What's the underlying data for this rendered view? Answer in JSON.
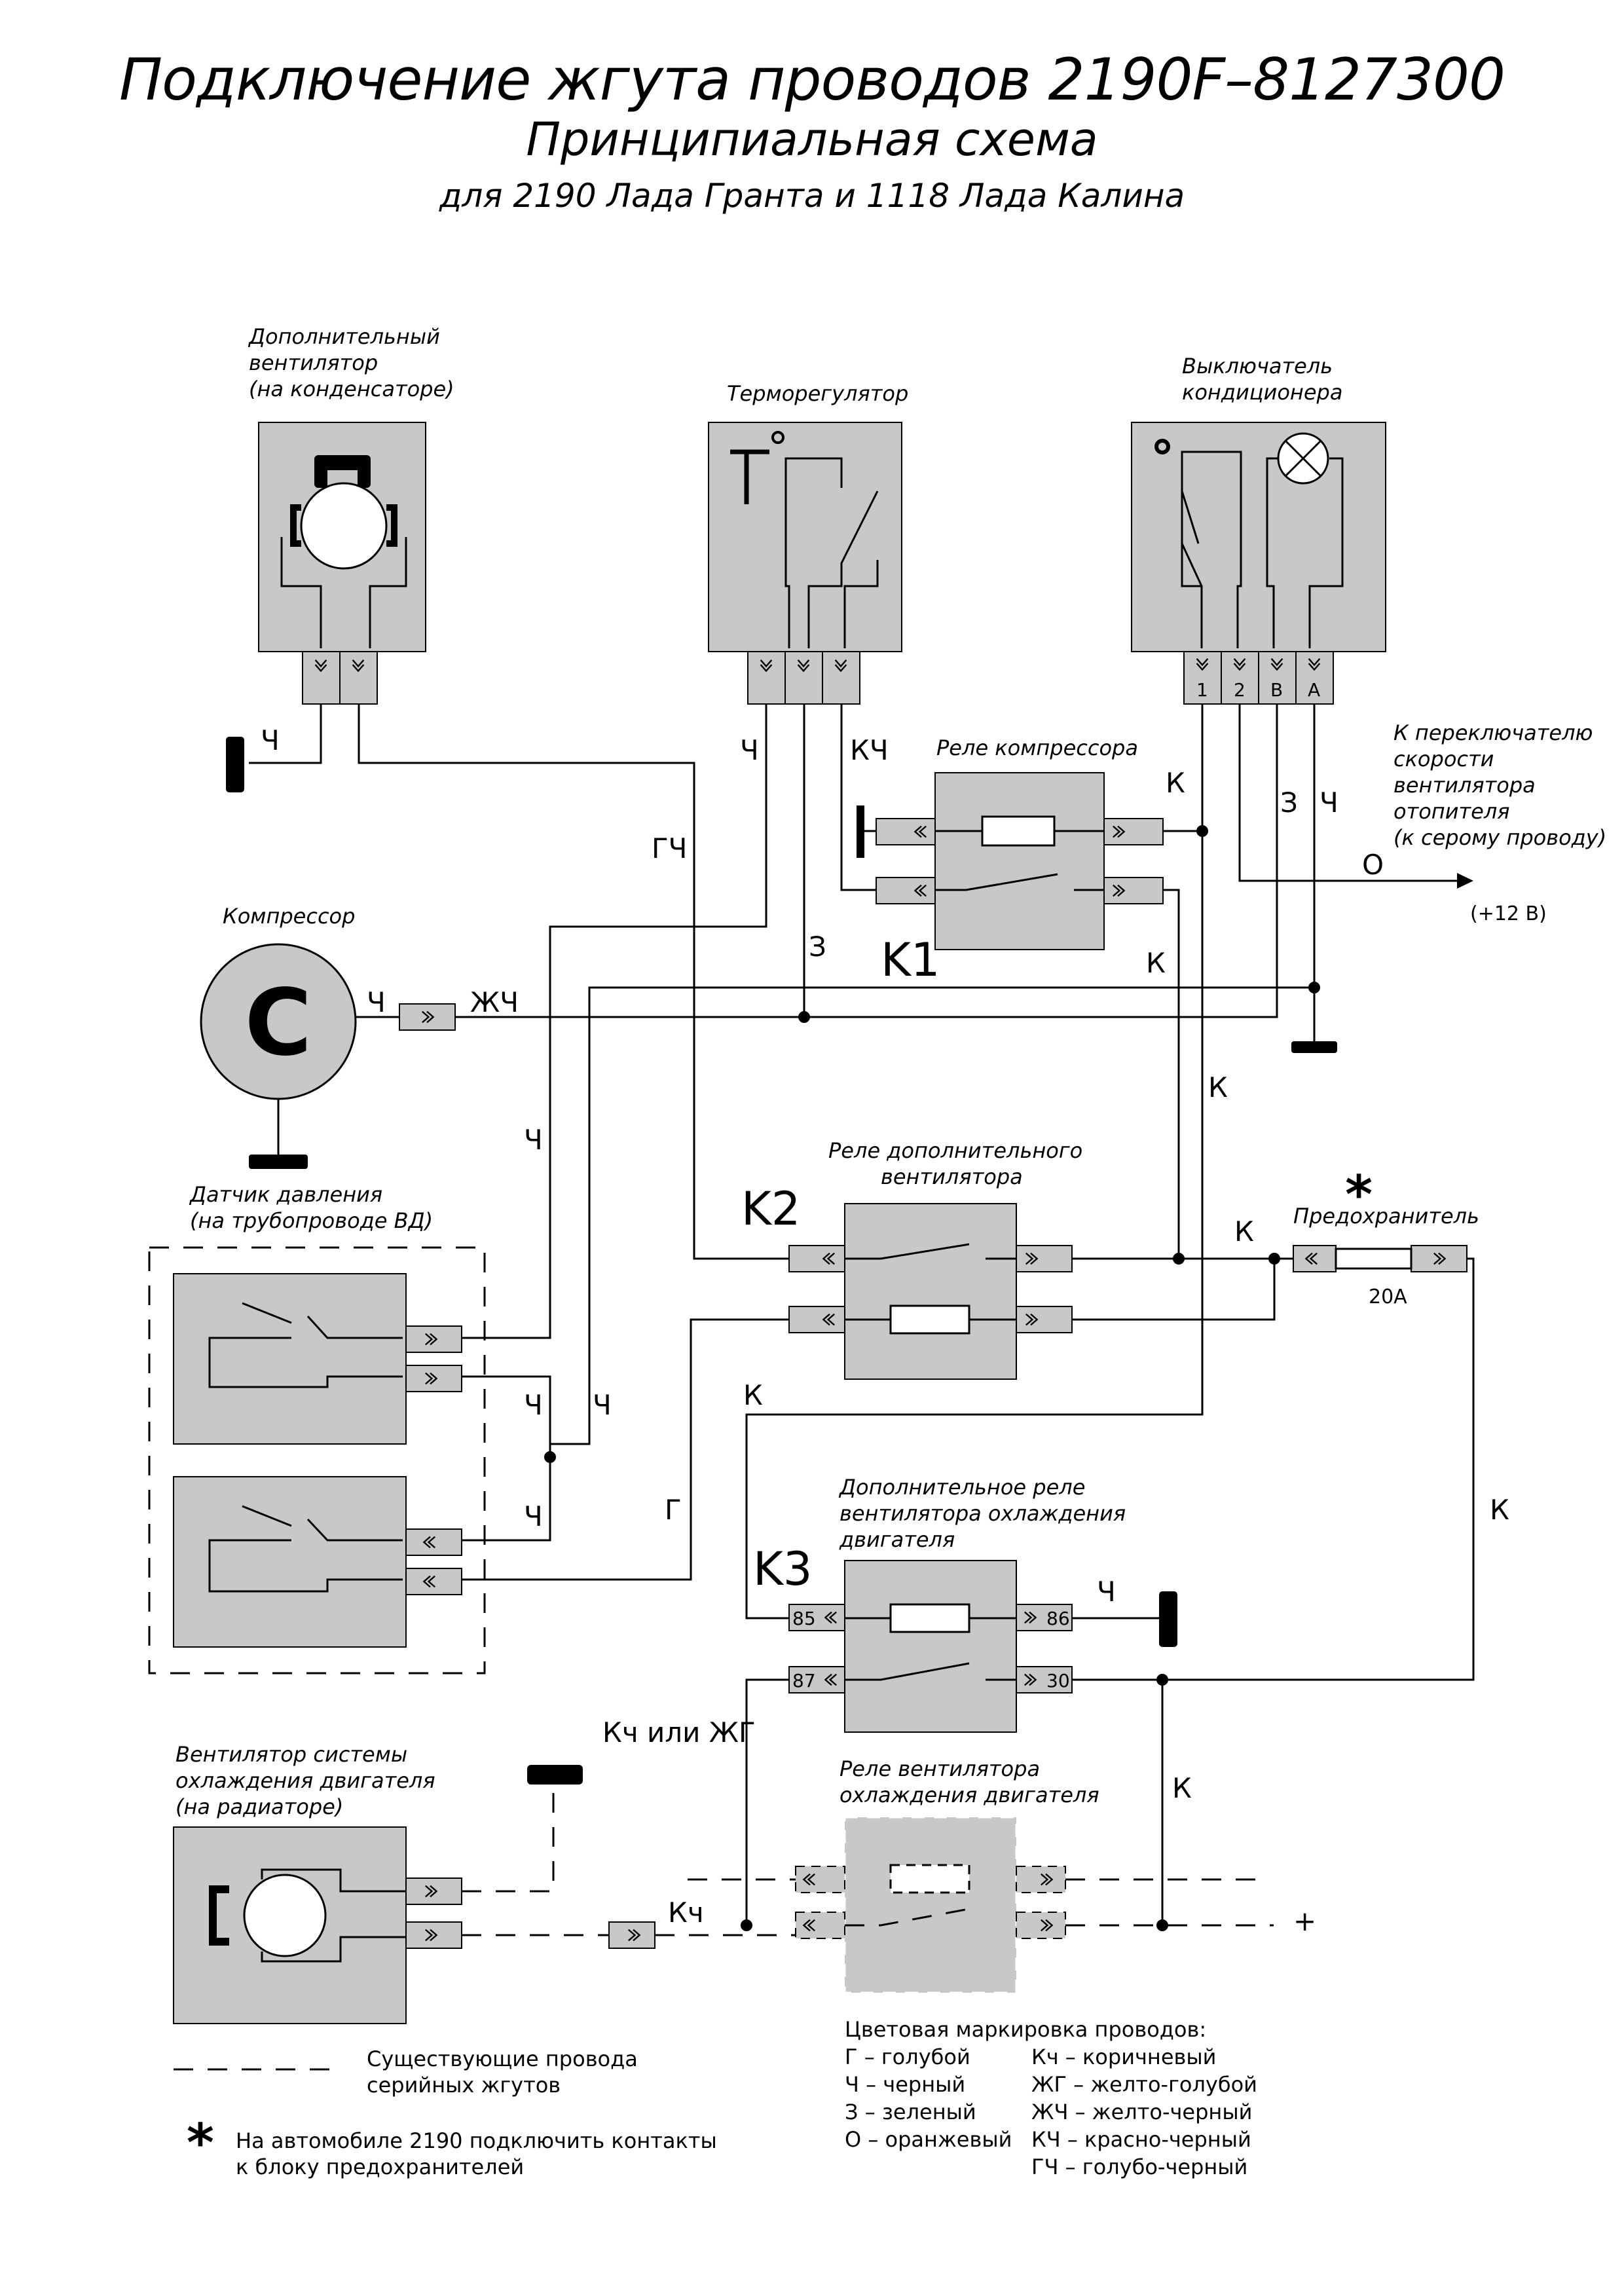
{
  "title": {
    "main": "Подключение жгута проводов 2190F–8127300",
    "sub": "Принципиальная схема",
    "models": "для 2190 Лада Гранта и 1118 Лада Калина"
  },
  "components": {
    "aux_fan": [
      "Дополнительный",
      "вентилятор",
      "(на конденсаторе)"
    ],
    "thermostat": "Терморегулятор",
    "ac_switch": [
      "Выключатель",
      "кондиционера"
    ],
    "ac_switch_pins": [
      "1",
      "2",
      "В",
      "А"
    ],
    "compressor_relay": "Реле компрессора",
    "compressor": "Компрессор",
    "compressor_letter": "C",
    "pressure_sensor": [
      "Датчик давления",
      "(на трубопроводе ВД)"
    ],
    "aux_fan_relay": [
      "Реле дополнительного",
      "вентилятора"
    ],
    "fuse": "Предохранитель",
    "fuse_rating": "20А",
    "aux_cooling_relay": [
      "Дополнительное реле",
      "вентилятора охлаждения",
      "двигателя"
    ],
    "aux_cooling_relay_pins": [
      "85",
      "86",
      "87",
      "30"
    ],
    "cooling_fan": [
      "Вентилятор системы",
      "охлаждения двигателя",
      "(на радиаторе)"
    ],
    "cooling_relay": [
      "Реле вентилятора",
      "охлаждения двигателя"
    ],
    "heater_switch_note": [
      "К переключателю",
      "скорости",
      "вентилятора",
      "отопителя",
      "(к серому проводу)"
    ],
    "plus12": "(+12 В)",
    "relay_tags": [
      "K1",
      "K2",
      "K3"
    ],
    "asterisk": "*",
    "plus": "+"
  },
  "wire_labels": {
    "ch": "Ч",
    "gch": "ГЧ",
    "kch_caps": "КЧ",
    "k": "К",
    "z": "З",
    "o": "О",
    "zhch": "ЖЧ",
    "g": "Г",
    "kch_or_zhg": "Кч или ЖГ",
    "kch": "Кч"
  },
  "legend": {
    "existing_wires": [
      "Существующие провода",
      "серийных жгутов"
    ],
    "note": [
      "На автомобиле 2190 подключить контакты",
      "к блоку предохранителей"
    ],
    "color_title": "Цветовая маркировка проводов:",
    "colors_left": [
      "Г – голубой",
      "Ч – черный",
      "З – зеленый",
      "О – оранжевый"
    ],
    "colors_right": [
      "Кч – коричневый",
      "ЖГ – желто-голубой",
      "ЖЧ – желто-черный",
      "КЧ – красно-черный",
      "ГЧ – голубо-черный"
    ]
  }
}
